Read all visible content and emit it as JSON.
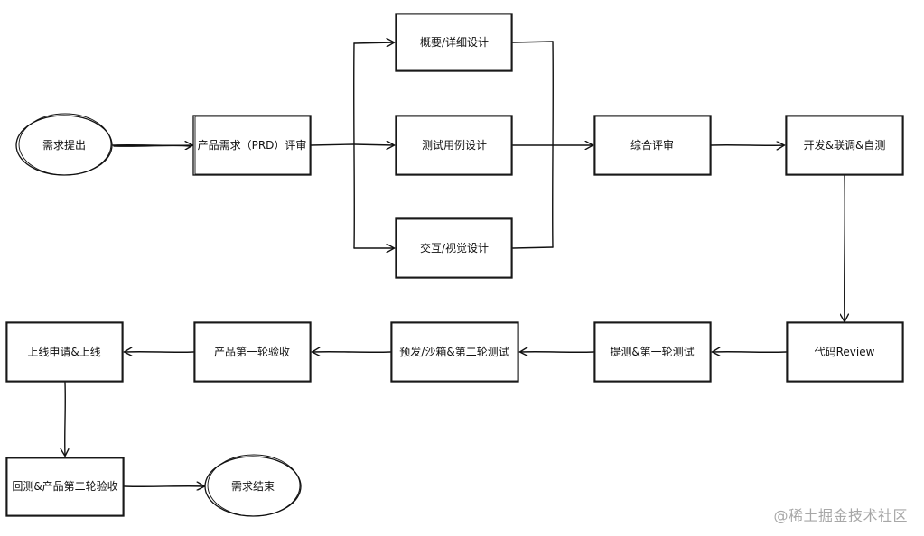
{
  "nodes": {
    "req_submit": "需求提出",
    "prd_review": "产品需求（PRD）评审",
    "design_detail": "概要/详细设计",
    "test_cases": "测试用例设计",
    "ux_visual": "交互/视觉设计",
    "joint_review": "综合评审",
    "dev_selftest": "开发&联调&自测",
    "code_review": "代码Review",
    "submit_test_r1": "提测&第一轮测试",
    "pre_sandbox_r2": "预发/沙箱&第二轮测试",
    "product_accept_r1": "产品第一轮验收",
    "release_request": "上线申请&上线",
    "regression_accept_r2": "回测&产品第二轮验收",
    "req_end": "需求结束"
  },
  "watermark": "@稀土掘金技术社区"
}
